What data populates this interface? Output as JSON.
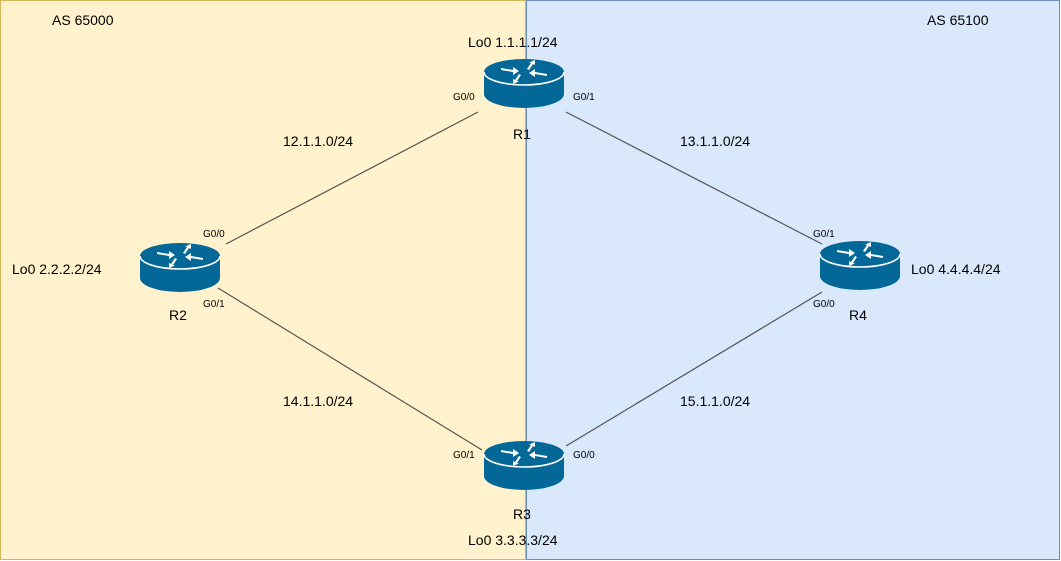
{
  "as_left": "AS 65000",
  "as_right": "AS 65100",
  "colors": {
    "as_left_fill": "#fff2cc",
    "as_right_fill": "#dae8fc",
    "router": "#036897",
    "link": "#555555"
  },
  "routers": {
    "r1": {
      "name": "R1",
      "loopback": "Lo0 1.1.1.1/24",
      "icon": "router-icon",
      "interfaces": {
        "g00": "G0/0",
        "g01": "G0/1"
      }
    },
    "r2": {
      "name": "R2",
      "loopback": "Lo0 2.2.2.2/24",
      "icon": "router-icon",
      "interfaces": {
        "g00": "G0/0",
        "g01": "G0/1"
      }
    },
    "r3": {
      "name": "R3",
      "loopback": "Lo0 3.3.3.3/24",
      "icon": "router-icon",
      "interfaces": {
        "g01": "G0/1",
        "g00": "G0/0"
      }
    },
    "r4": {
      "name": "R4",
      "loopback": "Lo0 4.4.4.4/24",
      "icon": "router-icon",
      "interfaces": {
        "g01": "G0/1",
        "g00": "G0/0"
      }
    }
  },
  "links": {
    "r1_r2": "12.1.1.0/24",
    "r1_r4": "13.1.1.0/24",
    "r2_r3": "14.1.1.0/24",
    "r3_r4": "15.1.1.0/24"
  }
}
